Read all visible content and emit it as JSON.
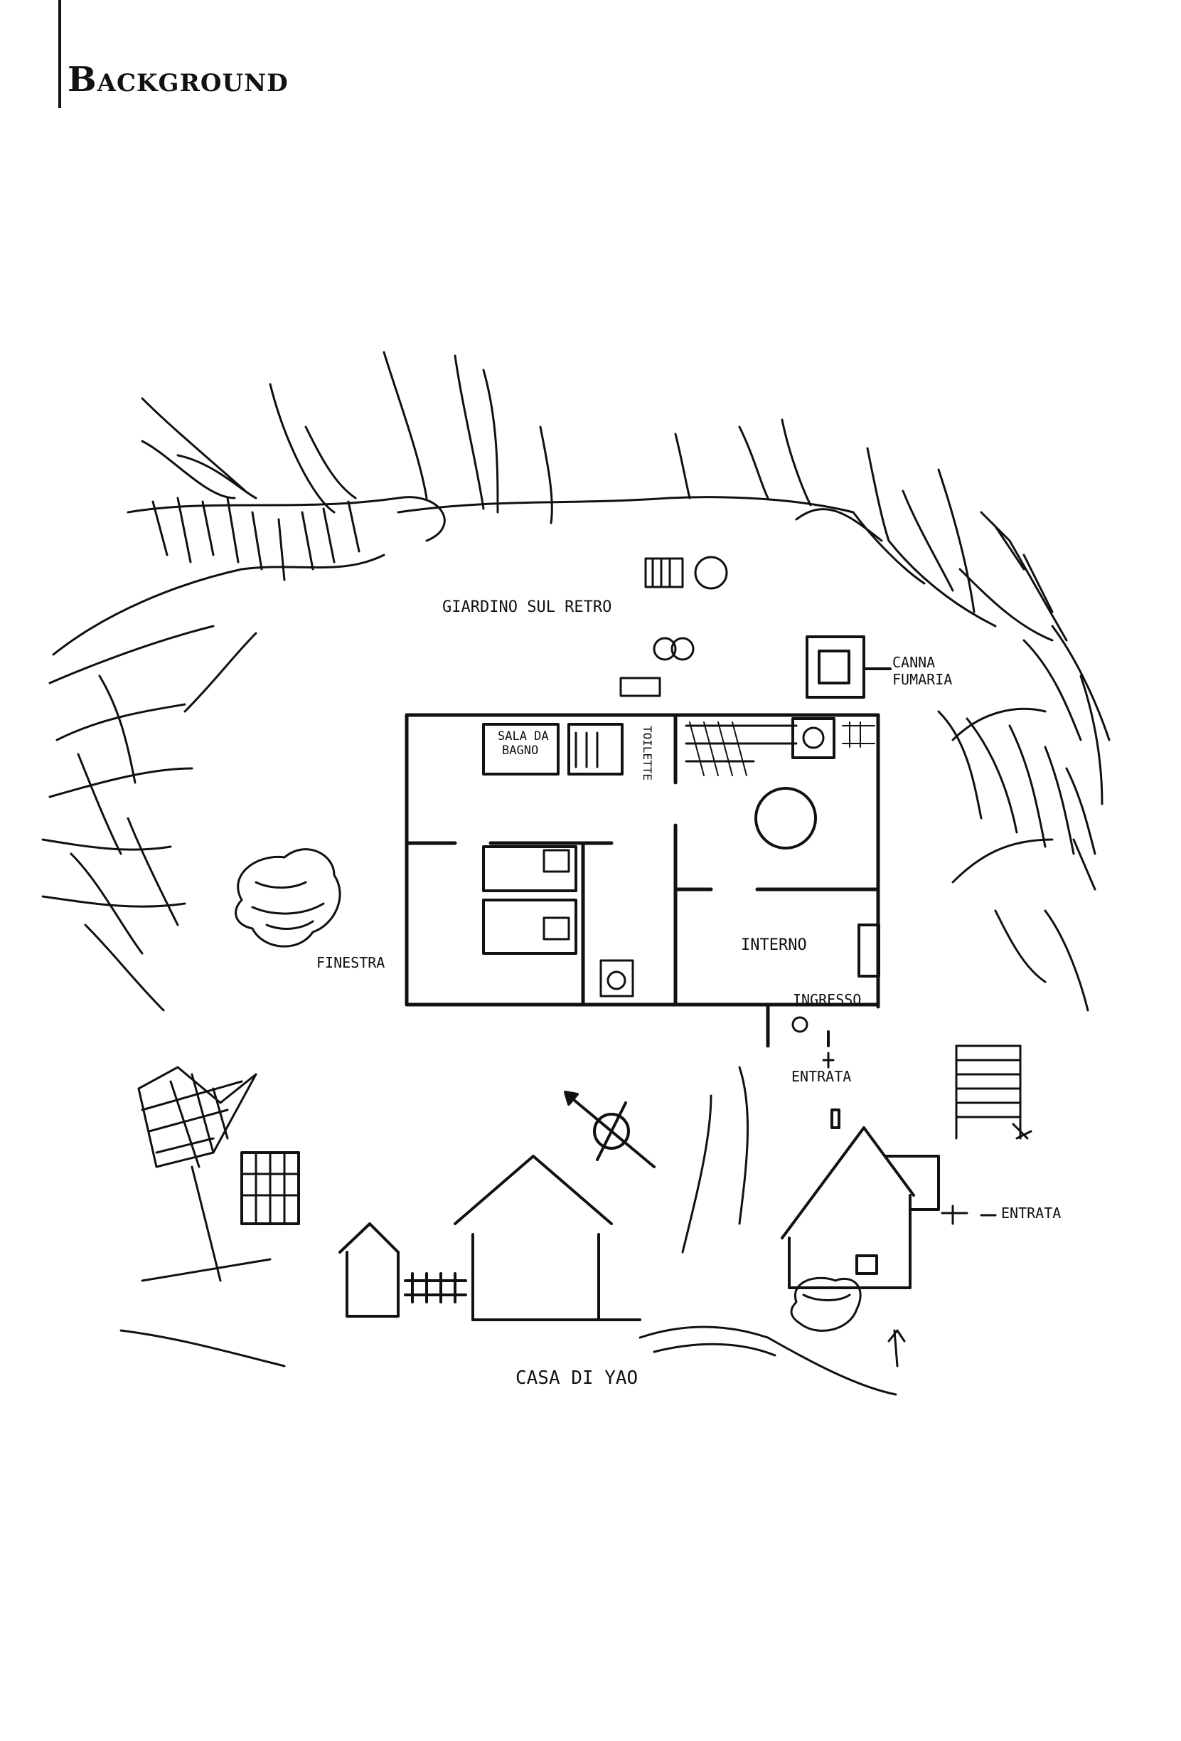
{
  "page": {
    "section_title": "Background"
  },
  "map": {
    "labels": {
      "backyard": "GIARDINO SUL RETRO",
      "chimney_line1": "CANNA",
      "chimney_line2": "FUMARIA",
      "bathroom_line1": "SALA DA",
      "bathroom_line2": "BAGNO",
      "toilet": "TOILETTE",
      "window": "FINESTRA",
      "interior": "INTERNO",
      "entry_hall": "INGRESSO",
      "entrance_main": "ENTRATA",
      "entrance_side": "ENTRATA",
      "yao_house": "CASA DI YAO"
    }
  }
}
